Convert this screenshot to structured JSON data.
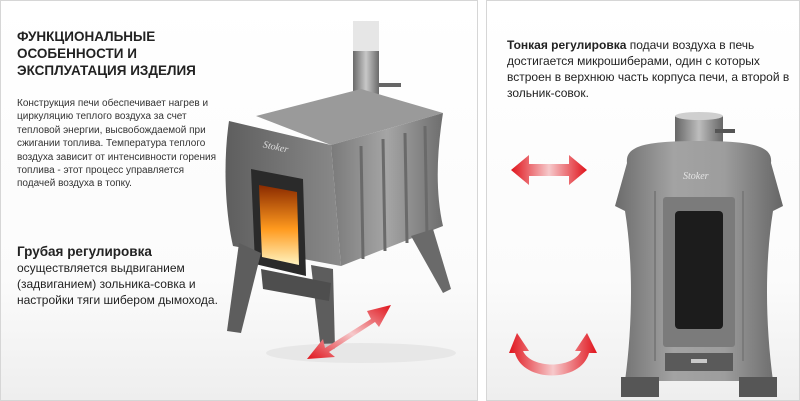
{
  "left": {
    "title_lines": [
      "ФУНКЦИОНАЛЬНЫЕ",
      "ОСОБЕННОСТИ И",
      "ЭКСПЛУАТАЦИЯ ИЗДЕЛИЯ"
    ],
    "description": "Конструкция печи обеспечивает нагрев и циркуляцию теплого воздуха за счет тепловой энергии, высвобождаемой при сжигании топлива. Температура теплого воздуха зависит от интенсивности горения топлива - этот процесс управляется подачей воздуха в топку.",
    "coarse_bold": "Грубая регулировка",
    "coarse_rest": " осуществляется выдвиганием (задвиганием) зольника-совка и настройки тяги шибером дымохода."
  },
  "right": {
    "fine_bold": "Тонкая регулировка",
    "fine_rest": " подачи воздуха в печь достигается микрошиберами, один с которых встроен в верхнюю часть корпуса печи, а второй в зольник-совок."
  },
  "logo_text": "Stoker",
  "colors": {
    "arrow_red": "#e0141c",
    "stove_gray": "#8d8d8d",
    "stove_dark": "#5a5a5a"
  },
  "icons": {
    "adjust_arrow": "double-headed-arrow",
    "rotate_arrow": "curved-double-arrow"
  }
}
